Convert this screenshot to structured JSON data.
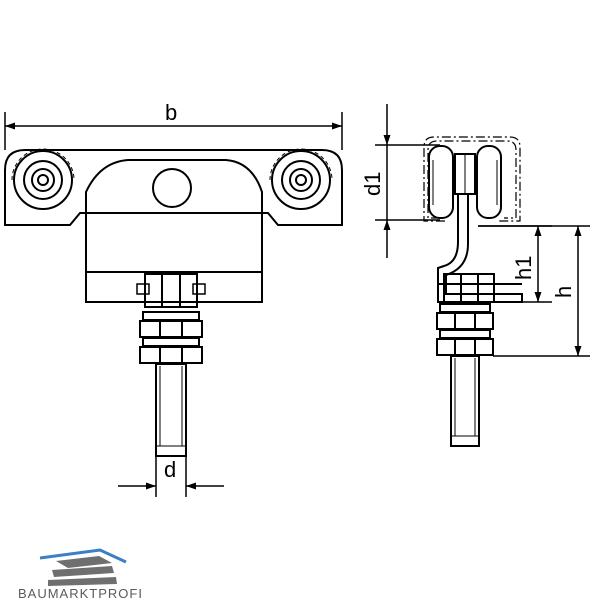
{
  "dimensions": {
    "width_label": "b",
    "bolt_diameter_label": "d",
    "roller_diameter_label": "d1",
    "height_label": "h",
    "height1_label": "h1"
  },
  "logo": {
    "text": "BAUMARKTPROFI",
    "colors": {
      "roof": "#3b7fc4",
      "bars": "#6f6f6f",
      "text": "#5a5a5a"
    }
  }
}
